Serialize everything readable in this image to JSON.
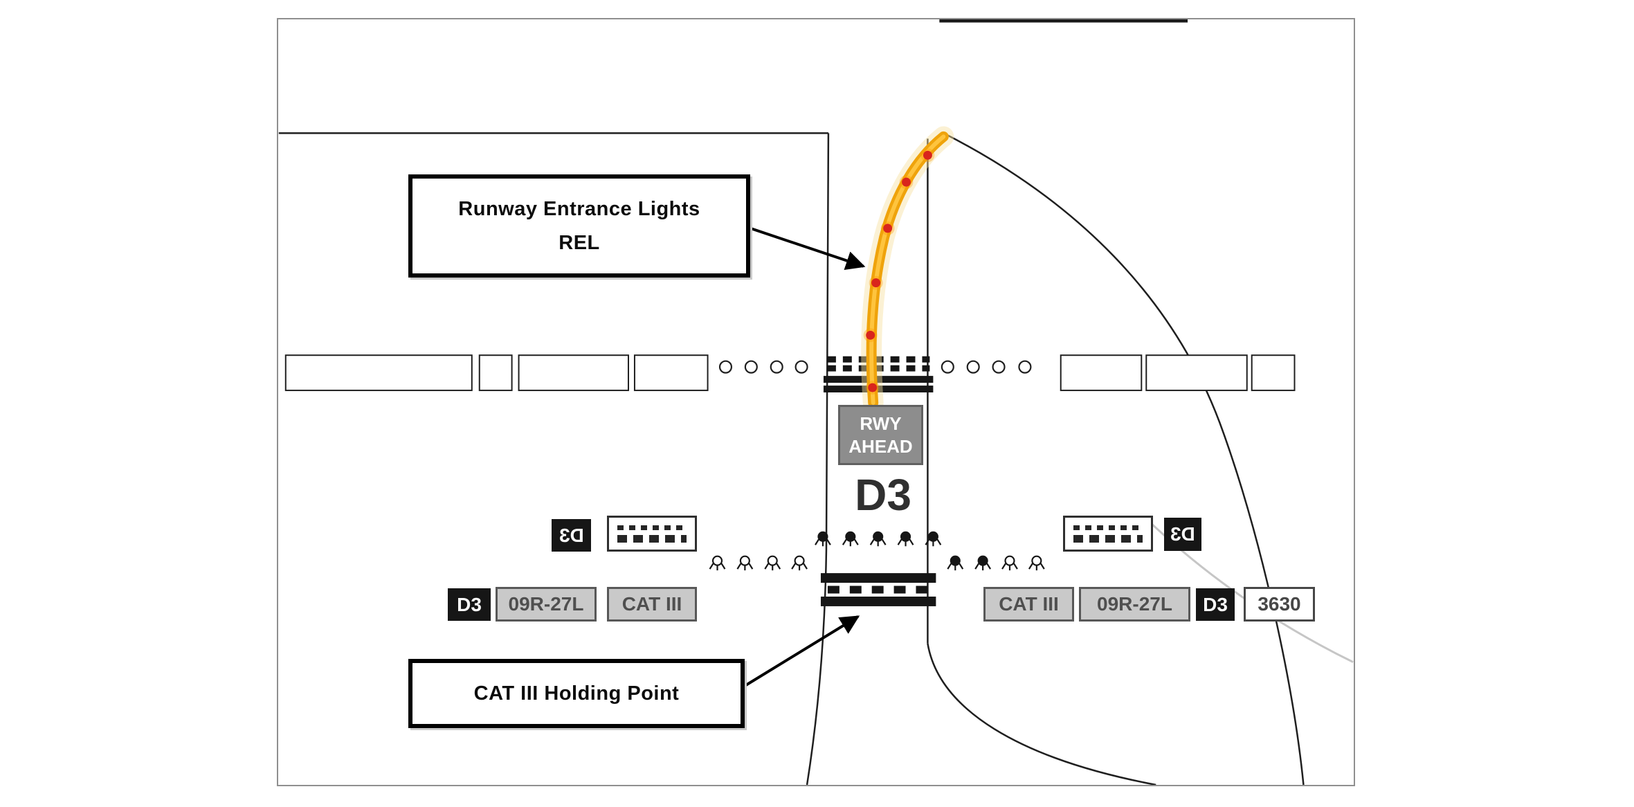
{
  "figure": {
    "rel_callout": {
      "line1": "Runway Entrance Lights",
      "line2": "REL"
    },
    "cat3_callout": {
      "label": "CAT III Holding Point"
    },
    "rwy_ahead_sign": {
      "line1": "RWY",
      "line2": "AHEAD"
    },
    "pavement_label": "D3",
    "mirrored_signs": {
      "left": "D3",
      "right": "D3"
    },
    "holding_signs": {
      "left_d3": "D3",
      "left_rwy": "09R-27L",
      "left_cat": "CAT III",
      "right_cat": "CAT III",
      "right_rwy": "09R-27L",
      "right_d3": "D3",
      "right_dist": "3630"
    },
    "colors": {
      "lead_on_line": "#EFA30B",
      "rel_light": "#D9251C",
      "sign_gray": "#C9C9C9",
      "sign_black": "#161616"
    },
    "icons": {
      "rel_light": "red-dot-light",
      "guard_light_lit": "filled-lamp-with-rays",
      "guard_light_unlit": "open-lamp-with-rays",
      "holding_marking_sign": "dashed-bars-pattern"
    }
  }
}
